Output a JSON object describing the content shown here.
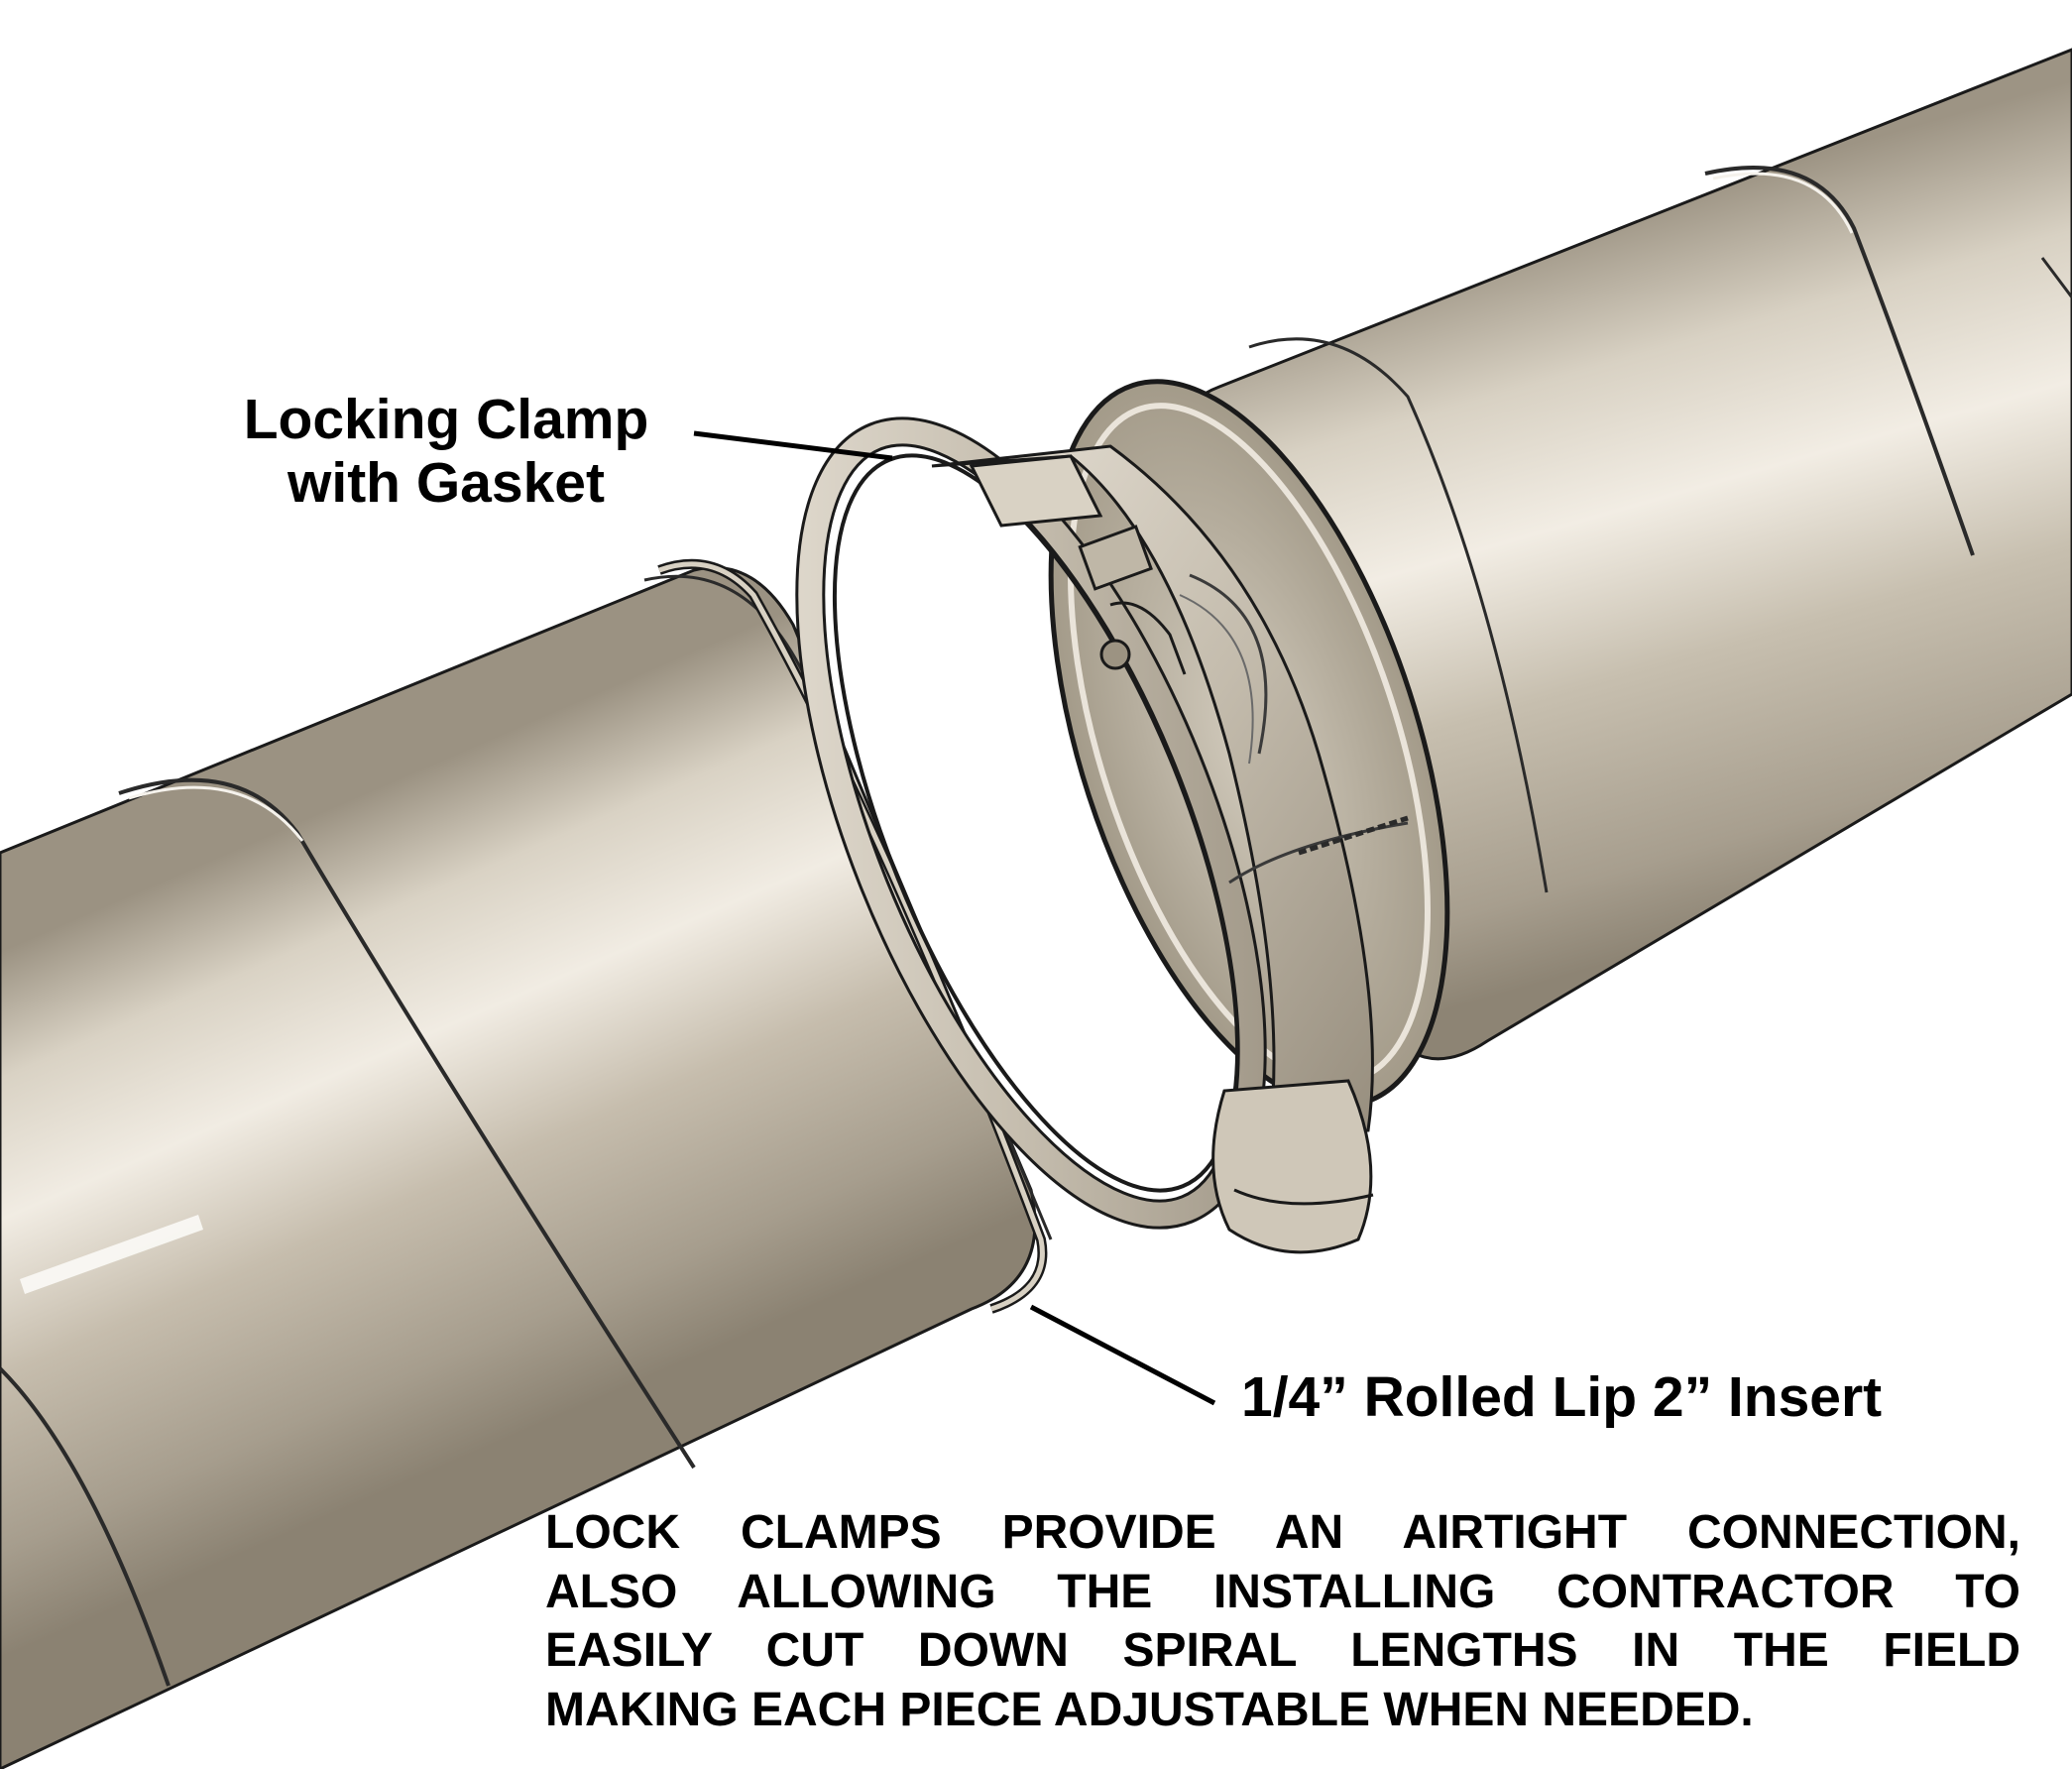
{
  "labels": {
    "clamp_line1": "Locking Clamp",
    "clamp_line2": "with Gasket",
    "lip": "1/4” Rolled Lip 2” Insert"
  },
  "description": {
    "line1": "LOCK CLAMPS PROVIDE AN AIRTIGHT CONNECTION,",
    "line2": "ALSO ALLOWING THE INSTALLING CONTRACTOR TO",
    "line3": "EASILY CUT DOWN SPIRAL LENGTHS IN THE FIELD",
    "line4": "MAKING EACH PIECE ADJUSTABLE WHEN NEEDED."
  },
  "colors": {
    "duct_light": "#ece7dd",
    "duct_mid": "#c9c1b2",
    "duct_dark": "#8f8676",
    "edge": "#1a1a1a"
  }
}
